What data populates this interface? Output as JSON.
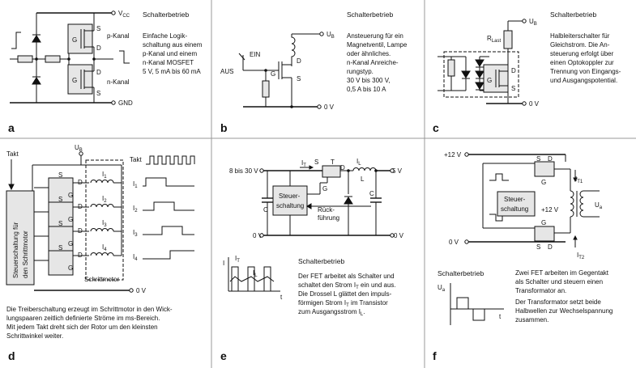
{
  "panels": {
    "a": {
      "letter": "a",
      "title": "Schalterbetrieb",
      "desc": [
        "Einfache Logik-",
        "schaltung aus einem",
        "p-Kanal und einem",
        "n-Kanal MOSFET",
        "5 V, 5 mA bis 60 mA"
      ],
      "vcc": "V",
      "vcc_sub": "CC",
      "gnd": "GND",
      "p_kanal": "p-Kanal",
      "n_kanal": "n-Kanal",
      "s": "S",
      "g": "G",
      "d": "D"
    },
    "b": {
      "letter": "b",
      "title": "Schalterbetrieb",
      "desc": [
        "Ansteuerung für ein",
        "Magnetventil, Lampe",
        "oder ähnliches.",
        "n-Kanal Anreiche-",
        "rungstyp.",
        "30 V bis 300 V,",
        "0,5 A bis 10 A"
      ],
      "ub": "U",
      "ub_sub": "B",
      "ein": "EIN",
      "aus": "AUS",
      "d": "D",
      "g": "G",
      "s": "S",
      "zero": "0 V"
    },
    "c": {
      "letter": "c",
      "title": "Schalterbetrieb",
      "desc": [
        "Halbleiterschalter für",
        "Gleichstrom. Die An-",
        "steuerung erfolgt über",
        "einen Optokoppler zur",
        "Trennung von Eingangs-",
        "und Ausgangspotential."
      ],
      "ub": "U",
      "ub_sub": "B",
      "rlast": "R",
      "rlast_sub": "Last",
      "d": "D",
      "g": "G",
      "s": "S",
      "zero": "0 V"
    },
    "d": {
      "letter": "d",
      "takt": "Takt",
      "ub": "U",
      "ub_sub": "B",
      "driver": [
        "Steuerschaltung für",
        "den Schrittmotor"
      ],
      "motor": "Schrittmotor",
      "zero": "0 V",
      "currents": [
        "I",
        "I",
        "I",
        "I"
      ],
      "current_subs": [
        "1",
        "2",
        "3",
        "4"
      ],
      "desc": [
        "Die Treiberschaltung erzeugt im Schrittmotor in den Wick-",
        "lungspaaren zeitlich definierte Ströme im ms-Bereich.",
        "Mit jedem Takt dreht sich der Rotor um den kleinsten",
        "Schrittwinkel weiter."
      ],
      "s": "S",
      "g": "G",
      "d": "D"
    },
    "e": {
      "letter": "e",
      "vin": "8 bis 30 V",
      "vout": "5 V",
      "zero_l": "0 V",
      "zero_r": "0 V",
      "it": "I",
      "it_sub": "T",
      "il": "I",
      "il_sub": "L",
      "s": "S",
      "t_lbl": "T",
      "d": "D",
      "g": "G",
      "l": "L",
      "c": "C",
      "ctrl": [
        "Steuer-",
        "schaltung"
      ],
      "fb": [
        "Rück-",
        "führung"
      ],
      "axis_i": "I",
      "axis_t": "t",
      "wave_it": "I",
      "wave_it_sub": "T",
      "wave_il": "I",
      "wave_il_sub": "L",
      "title": "Schalterbetrieb",
      "desc": [
        "Der FET arbeitet als Schalter und",
        "schaltet den Strom I",
        "Die Drossel L glättet den impuls-",
        "förmigen Strom I",
        "zum Ausgangsstrom I"
      ],
      "desc_tail1": " ein und aus.",
      "desc_tail3": " im Transistor",
      "desc_tail4": ".",
      "sub_t": "T",
      "sub_l": "L"
    },
    "f": {
      "letter": "f",
      "v12": "+12 V",
      "v12_mid": "+12 V",
      "zero": "0 V",
      "ctrl": [
        "Steuer-",
        "schaltung"
      ],
      "it1": "I",
      "it1_sub": "T1",
      "it2": "I",
      "it2_sub": "T2",
      "ua": "U",
      "ua_sub": "a",
      "s": "S",
      "d": "D",
      "g": "G",
      "title": "Schalterbetrieb",
      "axis_ua": "U",
      "axis_ua_sub": "a",
      "axis_t": "t",
      "desc": [
        "Zwei FET arbeiten im Gegentakt",
        "als Schalter und steuern einen",
        "Transformator an.",
        "Der Transformator setzt beide",
        "Halbwellen zur Wechselspannung",
        "zusammen."
      ]
    }
  }
}
